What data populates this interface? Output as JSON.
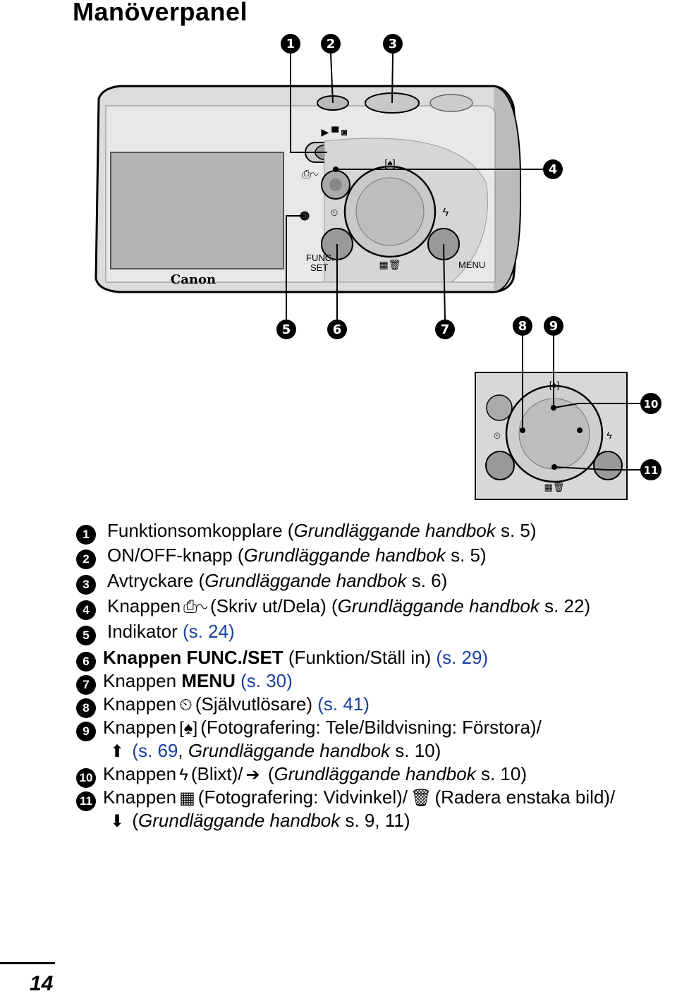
{
  "title": "Manöverpanel",
  "callouts": [
    "1",
    "2",
    "3",
    "4",
    "5",
    "6",
    "7",
    "8",
    "9",
    "10",
    "11"
  ],
  "camera": {
    "brand": "Canon",
    "func_label_1": "FUNC.",
    "func_label_2": "SET",
    "menu_label": "MENU"
  },
  "items": [
    {
      "n": "1",
      "a": "Funktionsomkopplare (",
      "ital": "Grundläggande handbok ",
      "b": " s. 5)"
    },
    {
      "n": "2",
      "a": "ON/OFF-knapp (",
      "ital": "Grundläggande handbok",
      "b": " s. 5)"
    },
    {
      "n": "3",
      "a": "Avtryckare (",
      "ital": "Grundläggande handbok",
      "b": " s. 6)"
    },
    {
      "n": "4",
      "a": "Knappen",
      "icon": "⎙∿",
      "c": "(Skriv ut/Dela) (",
      "ital": "Grundläggande handbok",
      "b": " s. 22)"
    },
    {
      "n": "5",
      "a": "Indikator ",
      "ref": "(s. 24)"
    },
    {
      "n": "6",
      "bold": "Knappen FUNC./SET",
      "a": " (Funktion/Ställ in) ",
      "ref": "(s. 29)"
    },
    {
      "n": "7",
      "a": "Knappen ",
      "bold": "MENU",
      "ref": " (s. 30)"
    },
    {
      "n": "8",
      "a": "Knappen",
      "icon": "⏲",
      "c": "(Självutlösare) ",
      "ref": "(s. 41)"
    },
    {
      "n": "9",
      "a": "Knappen",
      "icon": "[♠]",
      "c": "(Fotografering: Tele/Bildvisning: Förstora)/"
    },
    {
      "n": "10",
      "a": "Knappen",
      "icon": "ϟ",
      "c": "(Blixt)/",
      "icon2": "➔",
      "ital_pre": " (",
      "ital": "Grundläggande handbok",
      "b": " s. 10)"
    },
    {
      "n": "11",
      "a": "Knappen",
      "icon": "▦",
      "c": "(Fotografering: Vidvinkel)/",
      "icon2": "🗑",
      "d": "(Radera enstaka bild)/"
    }
  ],
  "item9_cont": {
    "arrow": "⬆",
    "ref": "(s. 69",
    "mid": ", ",
    "ital": "Grundläggande handbok",
    "b": " s. 10)"
  },
  "item11_cont": {
    "arrow": "⬇",
    "pre": "(",
    "ital": "Grundläggande handbok",
    "b": " s. 9, 11)"
  },
  "page_number": "14"
}
